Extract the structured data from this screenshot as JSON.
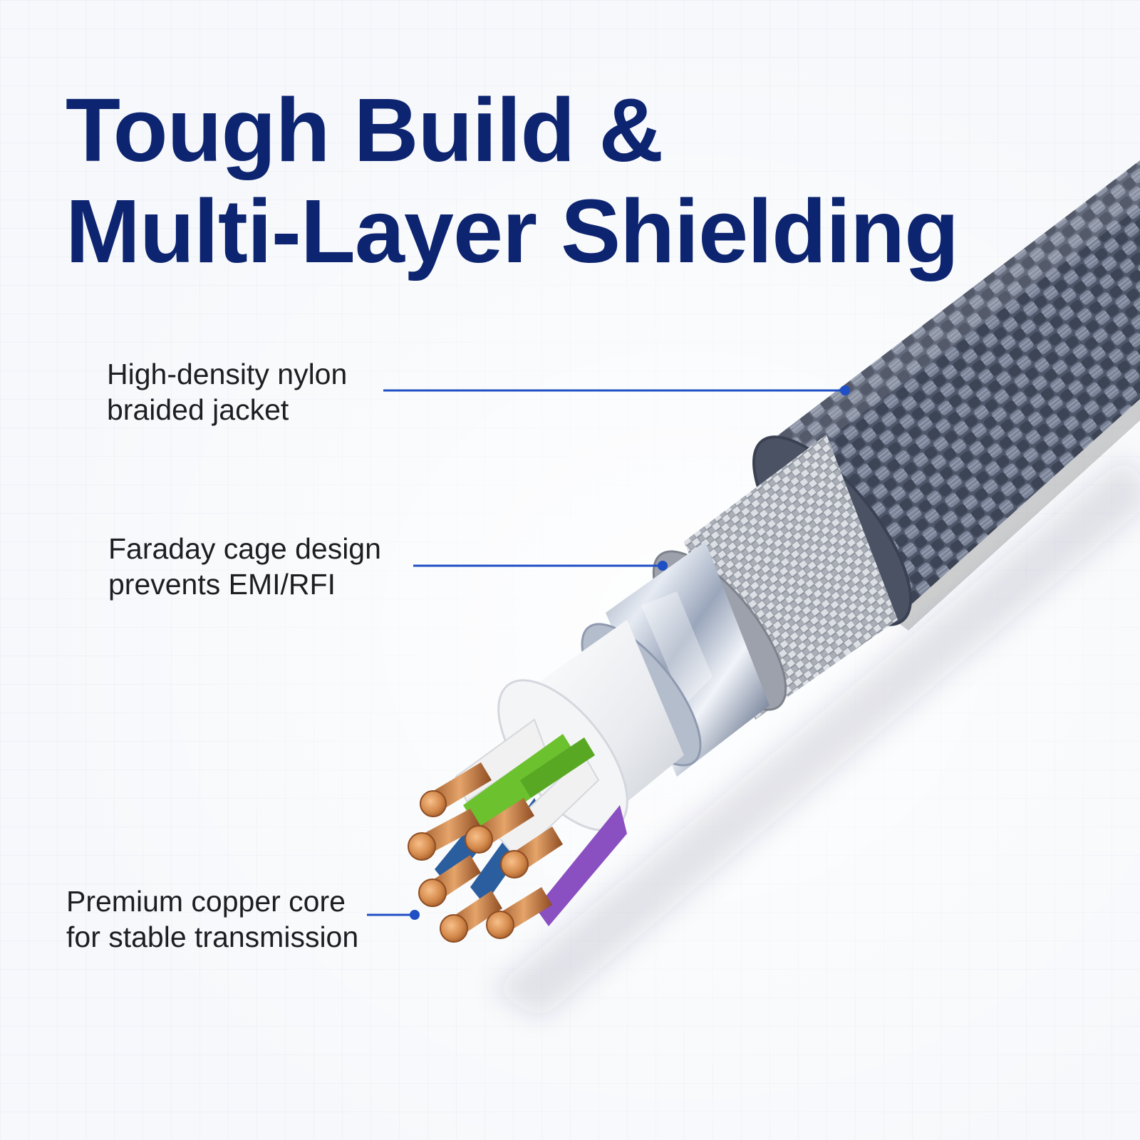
{
  "headline": {
    "line1": "Tough Build &",
    "line2": "Multi-Layer Shielding"
  },
  "callouts": [
    {
      "line1": "High-density nylon",
      "line2": "braided jacket"
    },
    {
      "line1": "Faraday cage design",
      "line2": "prevents EMI/RFI"
    },
    {
      "line1": "Premium copper core",
      "line2": "for stable transmission"
    }
  ],
  "colors": {
    "headline": "#0d2470",
    "callout_line": "#1f4fc4",
    "label_text": "#1d1d22",
    "nylon_braid": "#5a6478",
    "shield_braid": "#b8bcc4",
    "foil": "#c9d2df",
    "inner_sheath": "#eef0f3",
    "copper": "#c97a3f",
    "wire_white": "#f1f1f1",
    "wire_green": "#6cc12f",
    "wire_blue": "#2b5e9e",
    "wire_purple": "#8a4fc0"
  },
  "icons": [
    "nylon-braid-illustration",
    "shield-braid-illustration",
    "foil-illustration",
    "copper-core-illustration"
  ]
}
